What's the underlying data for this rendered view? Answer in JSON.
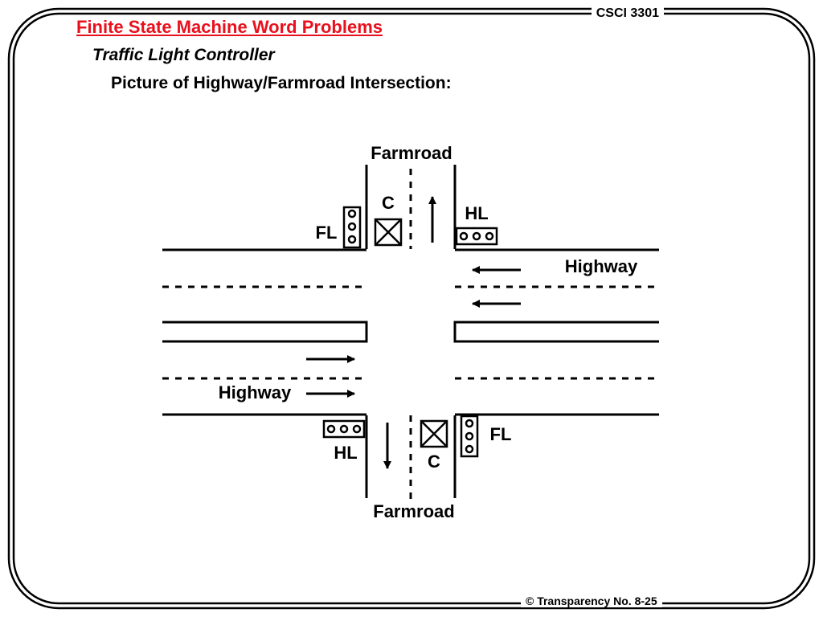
{
  "header": {
    "course": "CSCI 3301",
    "title": "Finite State Machine Word Problems",
    "subtitle": "Traffic Light Controller",
    "heading": "Picture of Highway/Farmroad Intersection:"
  },
  "footer": {
    "transparency": "© Transparency No. 8-25"
  },
  "diagram": {
    "road_labels": {
      "farmroad_top": "Farmroad",
      "farmroad_bottom": "Farmroad",
      "highway_right": "Highway",
      "highway_left": "Highway"
    },
    "light_labels": {
      "fl_top": "FL",
      "hl_top": "HL",
      "hl_bottom": "HL",
      "fl_bottom": "FL"
    },
    "sensor_labels": {
      "c_top": "C",
      "c_bottom": "C"
    }
  }
}
